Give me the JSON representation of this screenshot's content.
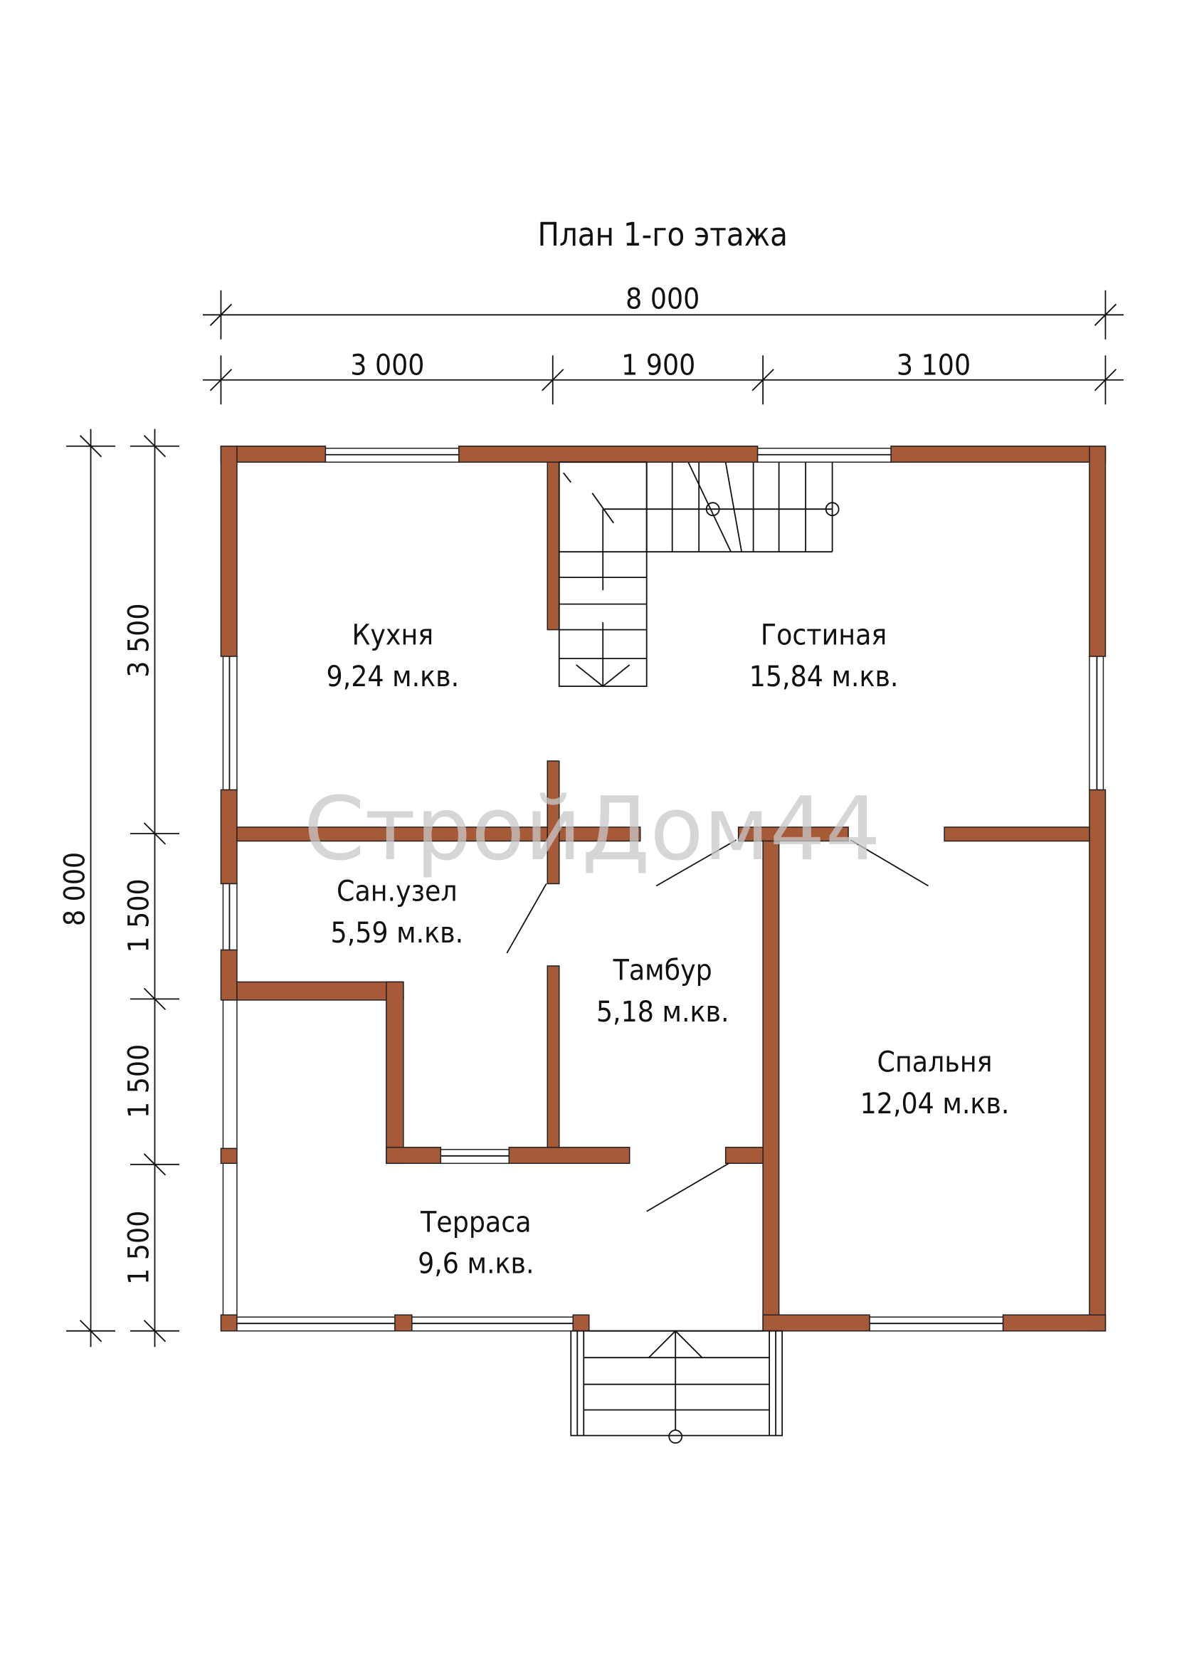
{
  "title": "План 1-го этажа",
  "watermark": "СтройДом44",
  "colors": {
    "wall": "#A65A38",
    "line": "#111111",
    "watermark": "#c8c8c8"
  },
  "dimensions": {
    "top_total": "8 000",
    "top_segments": [
      "3 000",
      "1 900",
      "3 100"
    ],
    "left_total": "8 000",
    "left_segments": [
      "3 500",
      "1 500",
      "1 500",
      "1 500"
    ]
  },
  "rooms": [
    {
      "name": "Кухня",
      "area": "9,24 м.кв."
    },
    {
      "name": "Гостиная",
      "area": "15,84 м.кв."
    },
    {
      "name": "Сан.узел",
      "area": "5,59 м.кв."
    },
    {
      "name": "Тамбур",
      "area": "5,18 м.кв."
    },
    {
      "name": "Спальня",
      "area": "12,04 м.кв."
    },
    {
      "name": "Терраса",
      "area": "9,6 м.кв."
    }
  ]
}
